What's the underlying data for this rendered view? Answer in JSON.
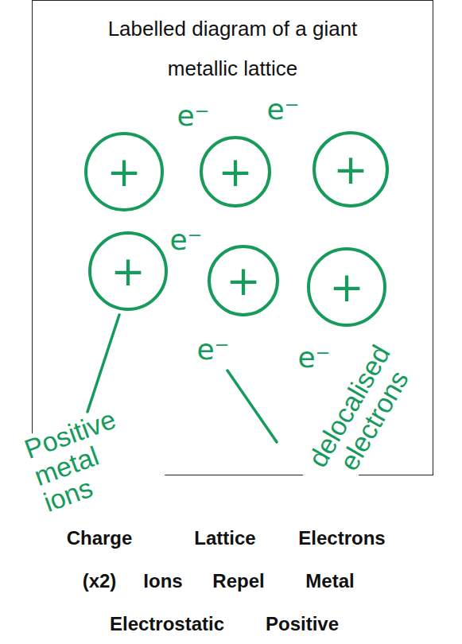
{
  "diagram": {
    "nodes": [
      {
        "text": [
          "Labelled diagram of a giant metallic lattice"
        ]
      },
      {
        "text": [
          "+"
        ],
        "in": 0
      },
      {
        "text": [
          "+"
        ],
        "in": 0
      },
      {
        "text": [
          "+"
        ],
        "in": 0
      },
      {
        "text": [
          "+"
        ],
        "in": 0
      },
      {
        "text": [
          "+"
        ],
        "in": 0
      },
      {
        "text": [
          "+"
        ],
        "in": 0
      }
    ],
    "labels": [
      "e⁻",
      "e⁻",
      "e⁻",
      "e⁻",
      "e⁻",
      "Positive metal ions",
      "delocalised electrons",
      "Charge",
      "Lattice",
      "Electrons",
      "(x2)",
      "Ions",
      "Repel",
      "Metal",
      "Electrostatic",
      "Positive"
    ]
  }
}
